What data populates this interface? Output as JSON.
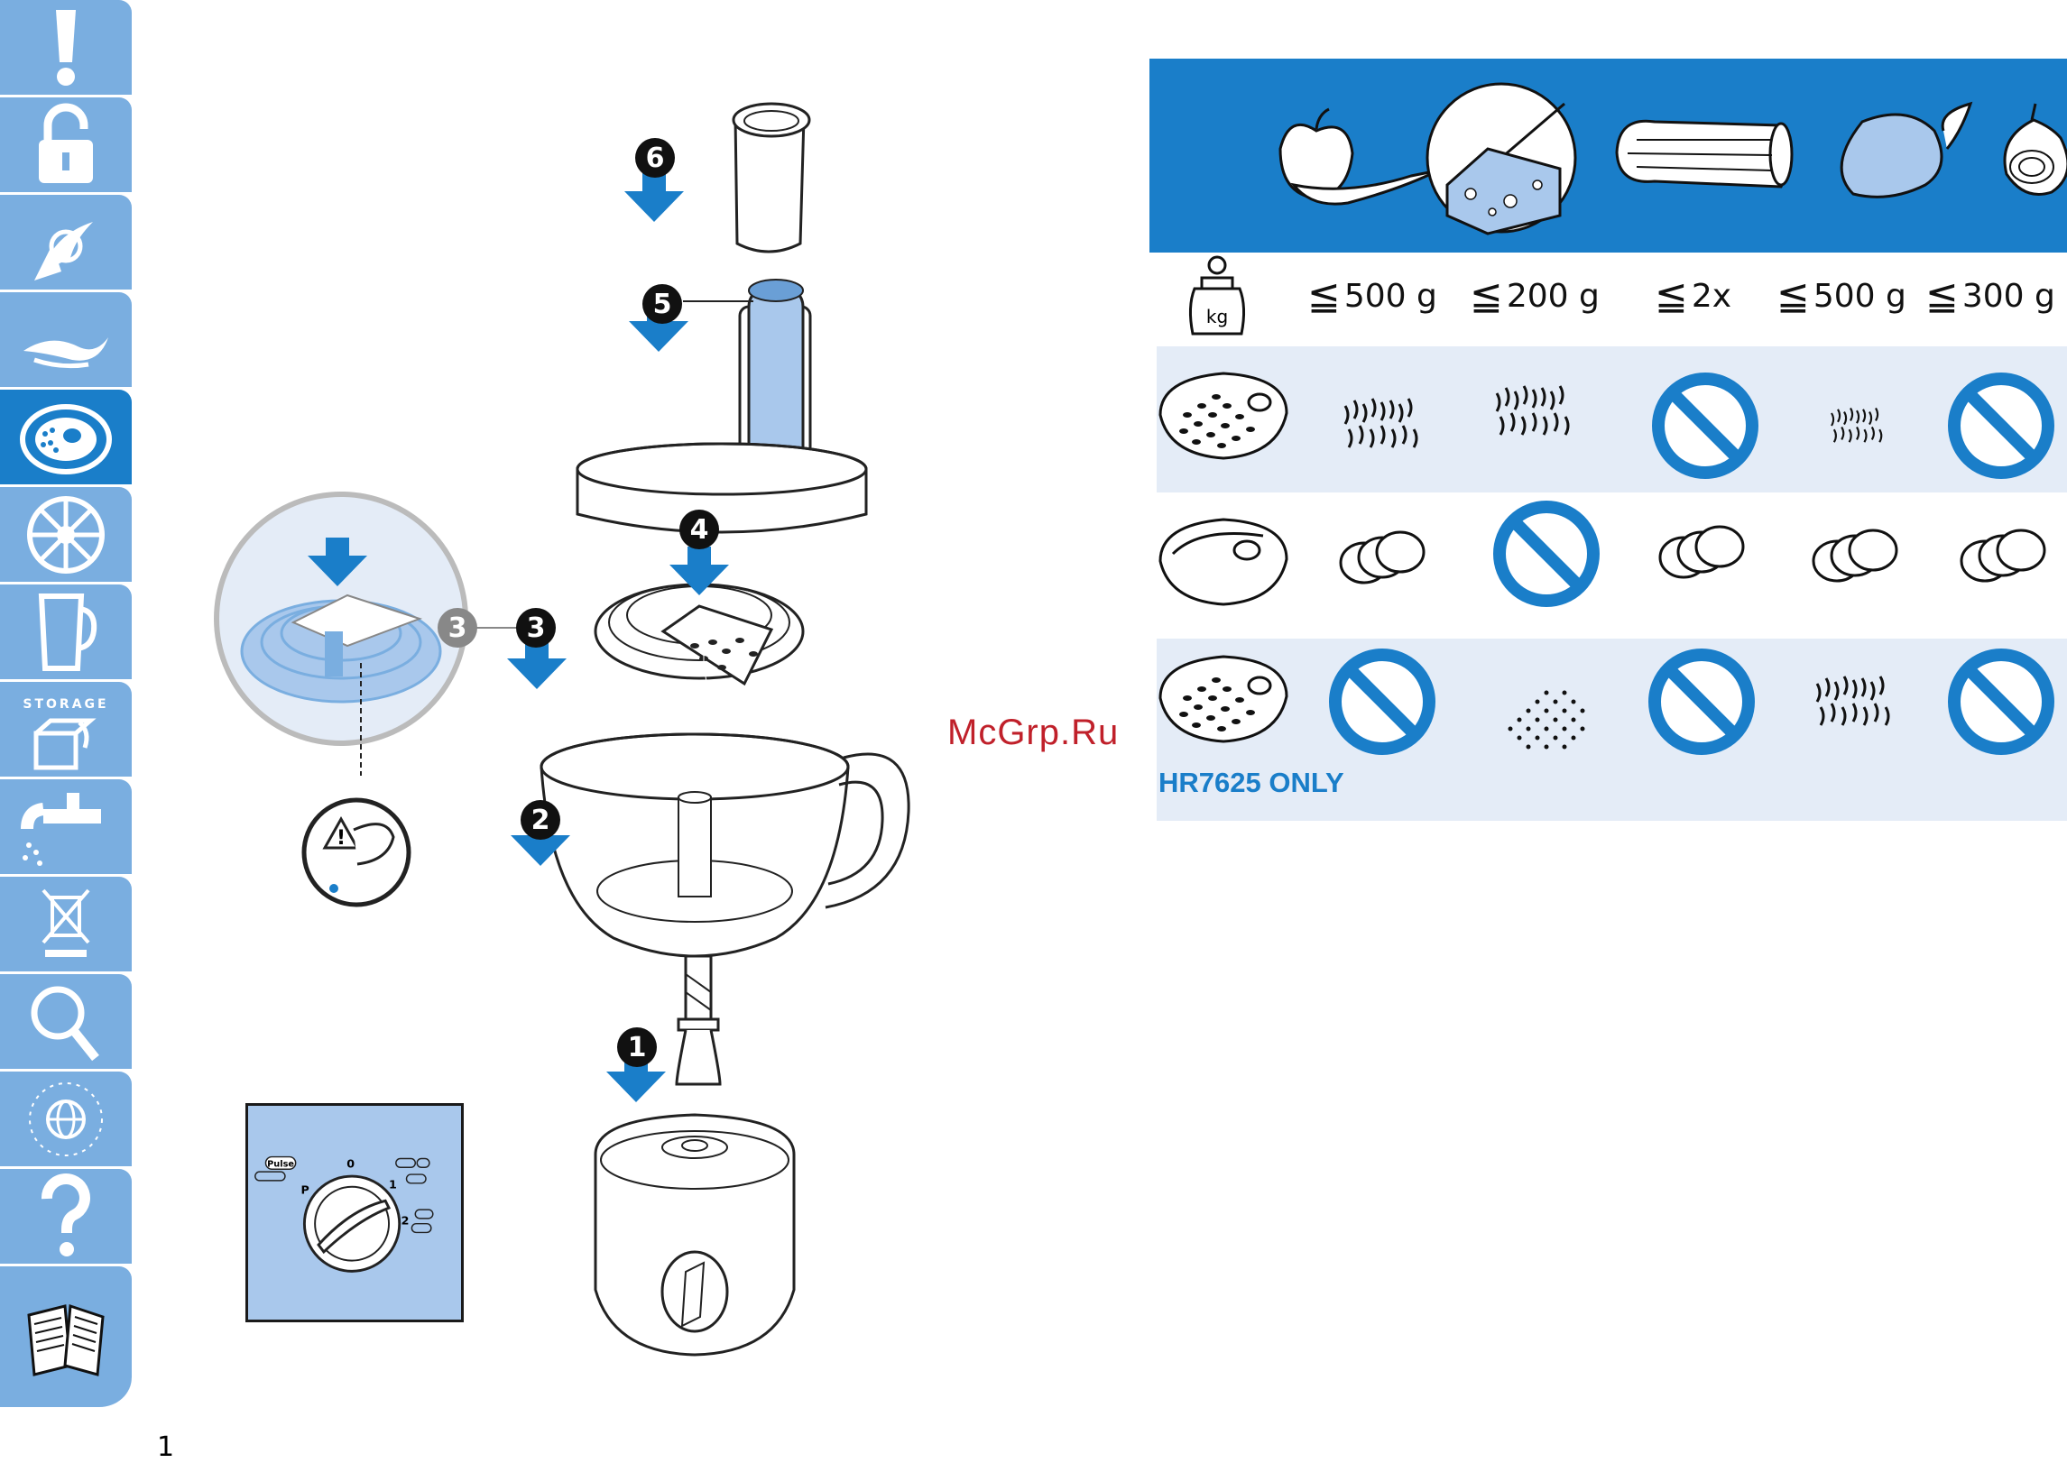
{
  "page_number": "1",
  "watermark": "McGrp.Ru",
  "tabs": [
    {
      "icon": "warning-icon",
      "active": false
    },
    {
      "icon": "unlock-icon",
      "active": false
    },
    {
      "icon": "blade-icon",
      "active": false
    },
    {
      "icon": "whisk-icon",
      "active": false
    },
    {
      "icon": "grating-disc-icon",
      "active": true
    },
    {
      "icon": "slicing-disc-icon",
      "active": false
    },
    {
      "icon": "jug-icon",
      "active": false
    },
    {
      "icon": "storage-icon",
      "active": false,
      "label": "STORAGE"
    },
    {
      "icon": "faucet-icon",
      "active": false
    },
    {
      "icon": "no-bin-icon",
      "active": false
    },
    {
      "icon": "magnifier-icon",
      "active": false
    },
    {
      "icon": "guarantee-icon",
      "active": false,
      "label": "WORLD-WIDE GUARANTEE"
    },
    {
      "icon": "question-icon",
      "active": false
    },
    {
      "icon": "book-icon",
      "active": false
    }
  ],
  "assembly": {
    "steps": [
      "6",
      "5",
      "4",
      "3",
      "3",
      "2",
      "1"
    ]
  },
  "dial": {
    "pulse_label": "Pulse",
    "p_label": "P",
    "zero_label": "0",
    "one_label": "1",
    "two_label": "2"
  },
  "table": {
    "food_icons": [
      "fruit-vegetable-icon",
      "cheese-icon",
      "cucumber-icon",
      "potato-icon",
      "onion-icon"
    ],
    "weight_icon": "weight-kg-icon",
    "weight_icon_label": "kg",
    "weights": [
      "500 g",
      "200 g",
      "2x",
      "500 g",
      "300 g"
    ],
    "leq_symbol": "≦",
    "rows": [
      {
        "disc": "coarse-grating-disc",
        "cells": [
          "shreds",
          "shreds-dense",
          "not-allowed",
          "shreds-small",
          "not-allowed"
        ]
      },
      {
        "disc": "slicing-disc",
        "cells": [
          "slices",
          "not-allowed",
          "slices-standing",
          "slices",
          "slices-rings"
        ]
      },
      {
        "disc": "fine-grating-disc",
        "cells": [
          "not-allowed",
          "fine-crumbs",
          "not-allowed",
          "shreds-small",
          "not-allowed"
        ]
      }
    ],
    "hr_label": "HR7625 ONLY"
  },
  "colors": {
    "accent": "#1a7ec9",
    "tab_inactive": "#7aaee0",
    "band": "#e4ecf7",
    "arrow": "#1a7ec9",
    "watermark": "#c0202a"
  }
}
